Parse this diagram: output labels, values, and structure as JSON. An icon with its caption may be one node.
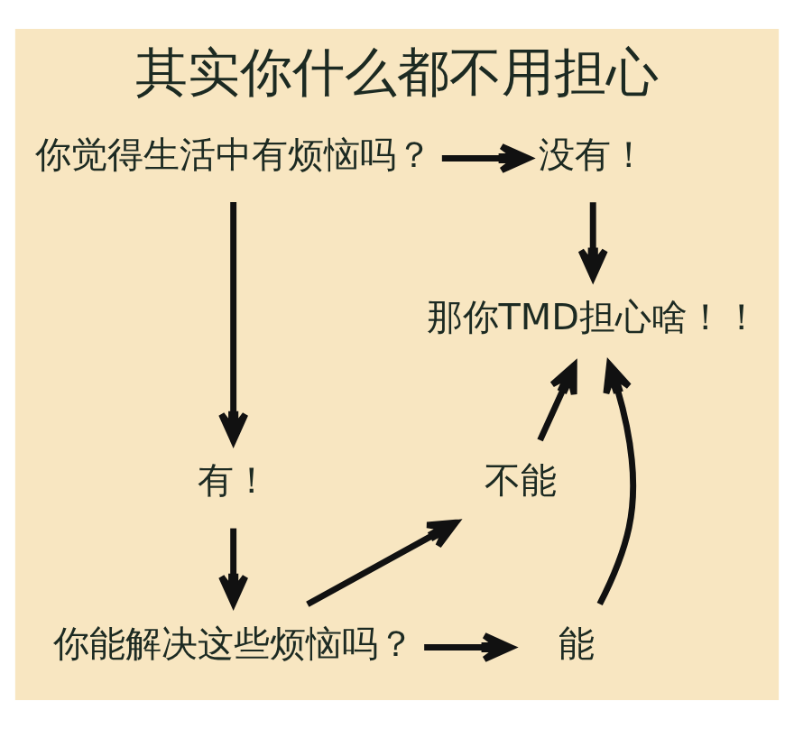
{
  "diagram": {
    "title": "其实你什么都不用担心",
    "nodes": [
      {
        "text": [
          "你觉得生活中有烦恼吗？"
        ]
      },
      {
        "text": [
          "没有！"
        ]
      },
      {
        "text": [
          "那你TMD担心啥！！"
        ]
      },
      {
        "text": [
          "有！"
        ]
      },
      {
        "text": [
          "不能"
        ]
      },
      {
        "text": [
          "你能解决这些烦恼吗？"
        ]
      },
      {
        "text": [
          "能"
        ]
      }
    ],
    "edges": [
      {
        "from": 0,
        "to": 1,
        "arrow": "to"
      },
      {
        "from": 1,
        "to": 2,
        "arrow": "to"
      },
      {
        "from": 0,
        "to": 3,
        "arrow": "to"
      },
      {
        "from": 3,
        "to": 5,
        "arrow": "to"
      },
      {
        "from": 5,
        "to": 4,
        "arrow": "to"
      },
      {
        "from": 4,
        "to": 2,
        "arrow": "to"
      },
      {
        "from": 5,
        "to": 6,
        "arrow": "to"
      },
      {
        "from": 6,
        "to": 2,
        "arrow": "to"
      }
    ]
  }
}
